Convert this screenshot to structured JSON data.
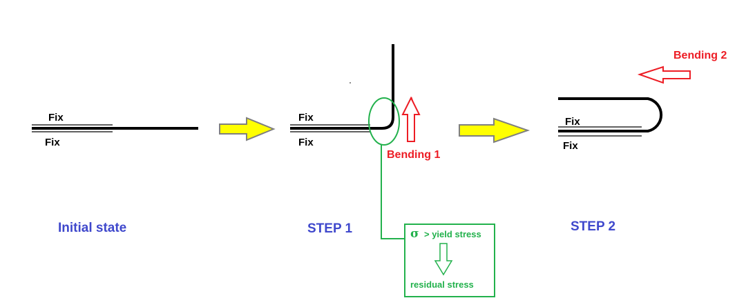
{
  "initial": {
    "fix_top": "Fix",
    "fix_bottom": "Fix",
    "caption": "Initial state"
  },
  "step1": {
    "fix_top": "Fix",
    "fix_bottom": "Fix",
    "caption": "STEP 1",
    "bending_label": "Bending 1"
  },
  "step2": {
    "fix_top": "Fix",
    "fix_bottom": "Fix",
    "caption": "STEP 2",
    "bending_label": "Bending 2"
  },
  "stress_box": {
    "sigma": "σ",
    "yield_text": "> yield stress",
    "residual_text": "residual stress"
  },
  "colors": {
    "arrow_yellow": "#ffff00",
    "arrow_outline": "#7f7f7f",
    "bending": "#ed1c24",
    "stress": "#22b14c",
    "caption": "#3f48cc"
  }
}
